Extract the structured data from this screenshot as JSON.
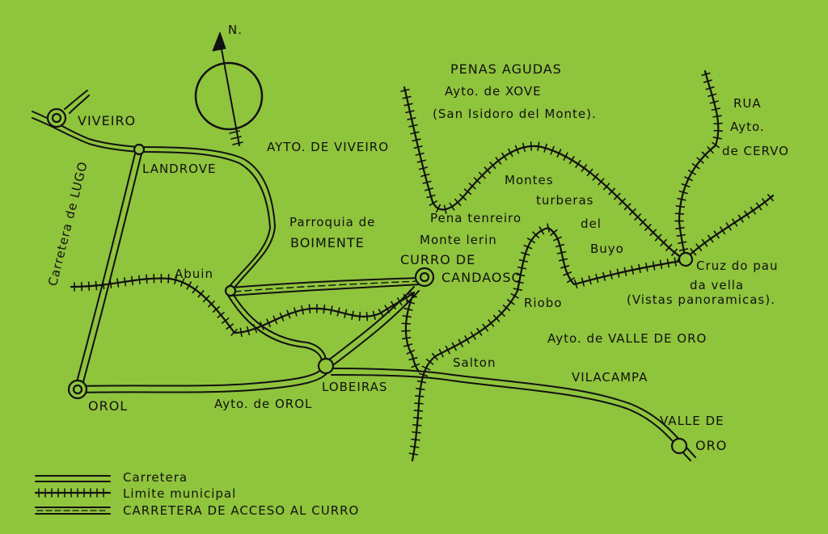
{
  "map": {
    "colors": {
      "background": "#8fc43d",
      "ink": "#111111"
    },
    "north": "N.",
    "labels": {
      "viveiro": "VIVEIRO",
      "landrove": "LANDROVE",
      "ayto_viveiro": "AYTO. DE VIVEIRO",
      "penas": "PENAS AGUDAS",
      "xove": "Ayto. de XOVE",
      "san_isidoro": "(San Isidoro del Monte).",
      "rua": "RUA",
      "ayto": "Ayto.",
      "cervo": "de CERVO",
      "montes": "Montes",
      "turberas": "turberas",
      "del": "del",
      "buyo": "Buyo",
      "pena_tenreiro": "Pena tenreiro",
      "monte_lerin": "Monte lerin",
      "parroquia": "Parroquia de",
      "boimente": "BOIMENTE",
      "curro1": "CURRO DE",
      "curro2": "CANDAOSO",
      "abuin": "Abuin",
      "carretera_lugo": "Carretera de LUGO",
      "cruz1": "Cruz do pau",
      "cruz2": "da vella",
      "cruz3": "(Vistas panoramicas).",
      "riobo": "Riobo",
      "valle_oro_ayto": "Ayto. de VALLE DE ORO",
      "salton": "Salton",
      "lobeiras": "LOBEIRAS",
      "vilacampa": "VILACAMPA",
      "valle1": "VALLE DE",
      "valle2": "ORO",
      "orol": "OROL",
      "ayto_orol": "Ayto. de OROL"
    },
    "legend": {
      "carretera": "Carretera",
      "limite": "Limite municipal",
      "acceso": "CARRETERA DE ACCESO AL CURRO"
    }
  }
}
